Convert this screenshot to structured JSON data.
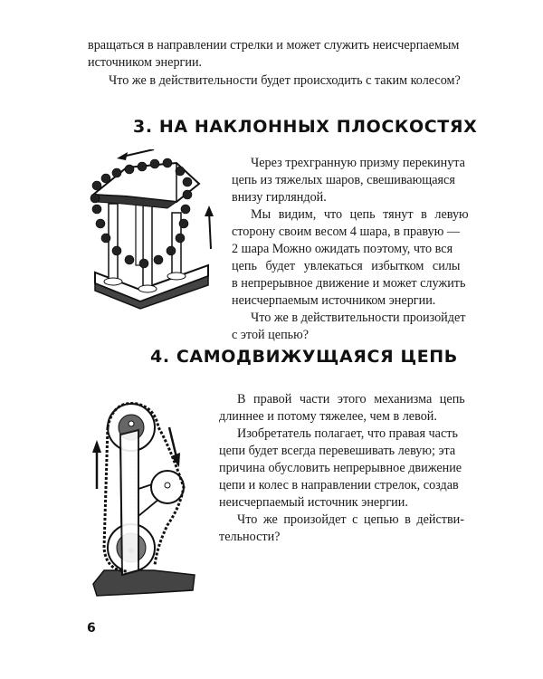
{
  "intro": {
    "lines": [
      "вращаться в направлении стрелки и может служить неисчерпаемым",
      "источником энергии.",
      "Что же в действительности будет происходить с таким колесом?"
    ]
  },
  "section3": {
    "heading": "3. НА НАКЛОННЫХ ПЛОСКОСТЯХ",
    "figure_label": "prism-ball-chain-illustration",
    "lines": [
      "Через трехгранную призму перекинута",
      "цепь из тяжелых шаров, свешивающаяся",
      "внизу гирляндой.",
      "Мы видим, что цепь тянут в левую",
      "сторону своим весом 4 шара, в правую —",
      "2 шара Можно ожидать поэтому, что вся",
      "цепь будет увлекаться избытком силы",
      "в непрерывное движение и может служить",
      "неисчерпаемым источником энергии.",
      "Что же в действительности произойдет",
      "с этой цепью?"
    ]
  },
  "section4": {
    "heading": "4. САМОДВИЖУЩАЯСЯ ЦЕПЬ",
    "figure_label": "self-moving-chain-illustration",
    "lines": [
      "В правой части этого механизма цепь",
      "длиннее и потому тяжелее, чем в левой.",
      "Изобретатель полагает, что правая часть",
      "цепи будет всегда перевешивать левую; эта",
      "причина обусловить непрерывное движение",
      "цепи и колес в направлении стрелок, создав",
      "неисчерпаемый источник энергии.",
      "Что же произойдет с цепью в действи-",
      "тельности?"
    ]
  },
  "page_number": "6"
}
